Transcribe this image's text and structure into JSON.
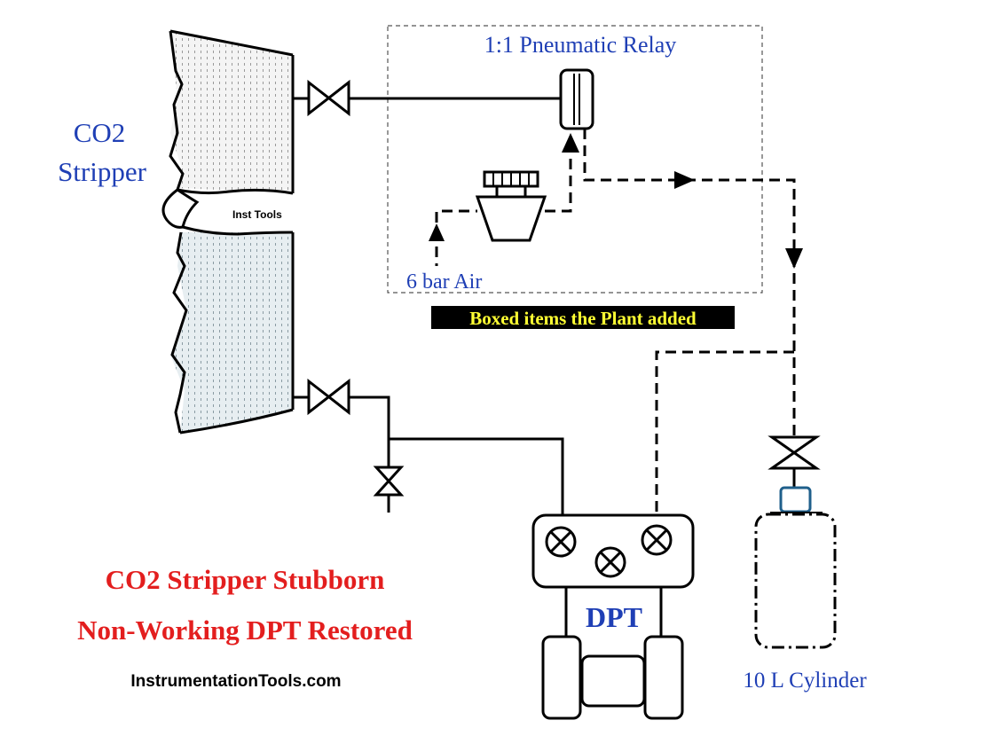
{
  "labels": {
    "vessel": [
      "CO2",
      "Stripper"
    ],
    "watermark_vessel": "Inst Tools",
    "relay": "1:1 Pneumatic Relay",
    "air_supply": "6 bar Air",
    "boxed_note": "Boxed items the Plant added",
    "transmitter": "DPT",
    "cylinder": "10 L Cylinder",
    "footer_site": "InstrumentationTools.com"
  },
  "title": {
    "line1": "CO2 Stripper Stubborn",
    "line2": "Non-Working DPT Restored"
  },
  "colors": {
    "label_blue": "#1f3fb5",
    "title_red": "#e31e1e",
    "note_highlight": "#000000",
    "note_text": "#ffff33",
    "cylinder_cap": "#1f5f8b"
  }
}
